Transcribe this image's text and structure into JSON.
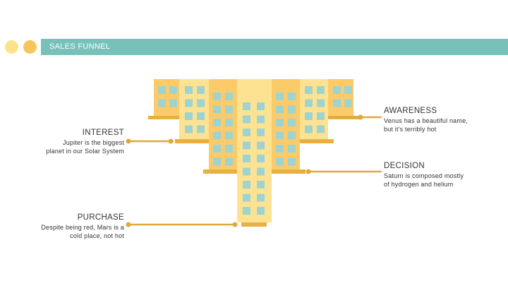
{
  "header": {
    "title": "SALES FUNNEL"
  },
  "stages": {
    "awareness": {
      "title": "AWARENESS",
      "text": "Venus has a beautiful name, but it's terribly hot"
    },
    "interest": {
      "title": "INTEREST",
      "text": "Jupiter is the biggest planet in our Solar System"
    },
    "decision": {
      "title": "DECISION",
      "text": "Saturn is composed mostly of hydrogen and helium"
    },
    "purchase": {
      "title": "PURCHASE",
      "text": "Despite being red, Mars is a cold place, not hot"
    }
  },
  "colors": {
    "header": "#76c1b9",
    "accent": "#e8b040",
    "building_dark": "#fbcb6a",
    "building_light": "#fde391",
    "window": "#9fd3cf"
  }
}
